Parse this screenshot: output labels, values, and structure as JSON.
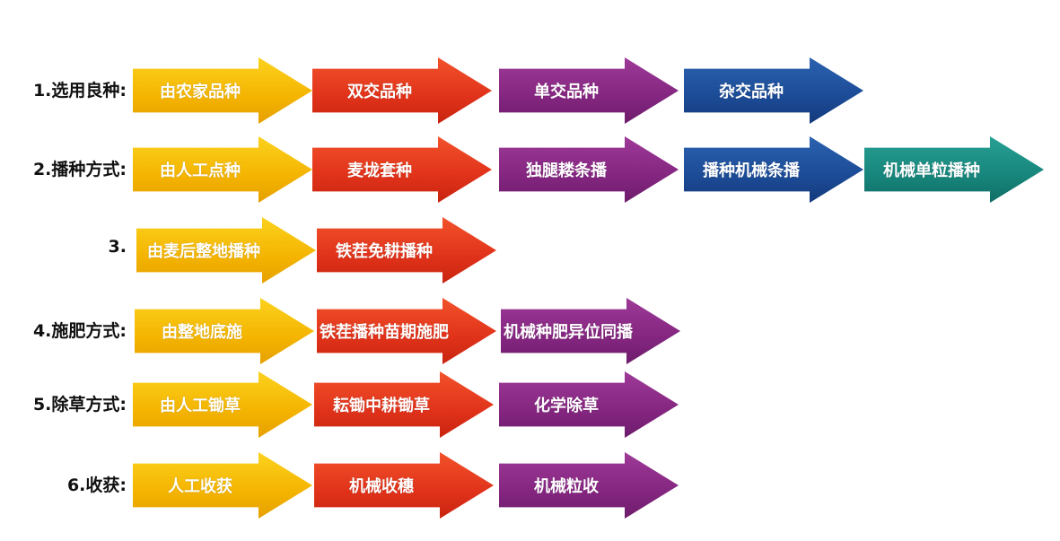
{
  "rows": [
    {
      "label": "1.选用良种:",
      "steps": [
        "由农家品种",
        "双交品种",
        "单交品种",
        "杂交品种"
      ]
    },
    {
      "label": "2.播种方式:",
      "steps": [
        "由人工点种",
        "麦垅套种",
        "独腿耧条播",
        "播种机械条播",
        "机械单粒播种"
      ]
    },
    {
      "label": "3.",
      "steps": [
        "由麦后整地播种",
        "铁茬免耕播种"
      ]
    },
    {
      "label": "4.施肥方式:",
      "steps": [
        "由整地底施",
        "铁茬播种苗期施肥",
        "机械种肥异位同播"
      ]
    },
    {
      "label": "5.除草方式:",
      "steps": [
        "由人工锄草",
        "耘锄中耕锄草",
        "化学除草"
      ]
    },
    {
      "label": "6.收获:",
      "steps": [
        "人工收获",
        "机械收穗",
        "机械粒收"
      ]
    }
  ],
  "colors": {
    "yellow": "#f4b400",
    "red": "#e0321a",
    "purple": "#842680",
    "blue": "#1c4b96",
    "teal": "#17857b"
  }
}
